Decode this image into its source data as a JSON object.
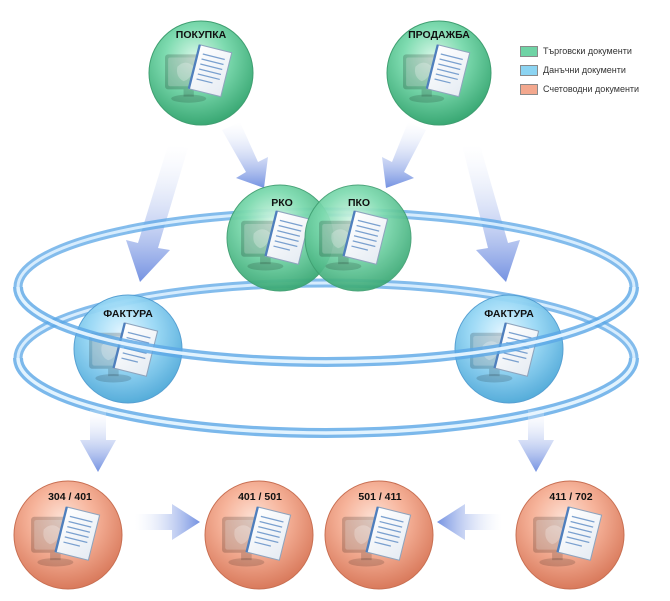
{
  "legend": [
    {
      "label": "Търговски документи",
      "color": "#6fd3a5"
    },
    {
      "label": "Данъчни документи",
      "color": "#8cd4f2"
    },
    {
      "label": "Счетоводни документи",
      "color": "#f3a88e"
    }
  ],
  "nodes": {
    "purchase": "ПОКУПКА",
    "sale": "ПРОДАЖБА",
    "rko": "РКО",
    "pko": "ПКО",
    "invoice_left": "ФАКТУРА",
    "invoice_right": "ФАКТУРА",
    "acc_1": "304 / 401",
    "acc_2": "401 / 501",
    "acc_3": "501 / 411",
    "acc_4": "411 / 702"
  },
  "colors": {
    "trade": "#56c691",
    "tax": "#79c9ef",
    "accounting": "#ef9a80",
    "ring": "#5aa6e6",
    "arrow": "#7f98e4"
  }
}
